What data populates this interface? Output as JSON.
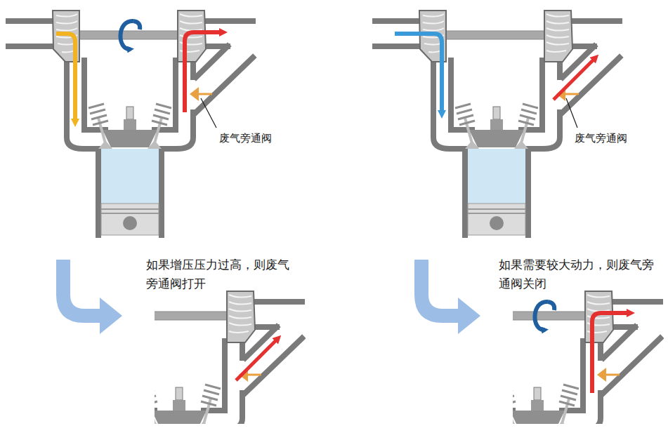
{
  "diagram": {
    "labels": [
      "废气旁通阀",
      "废气旁通阀",
      "如果增压压力过高，则废气旁通阀打开",
      "如果需要较大动力，则废气旁通阀关闭"
    ]
  }
}
